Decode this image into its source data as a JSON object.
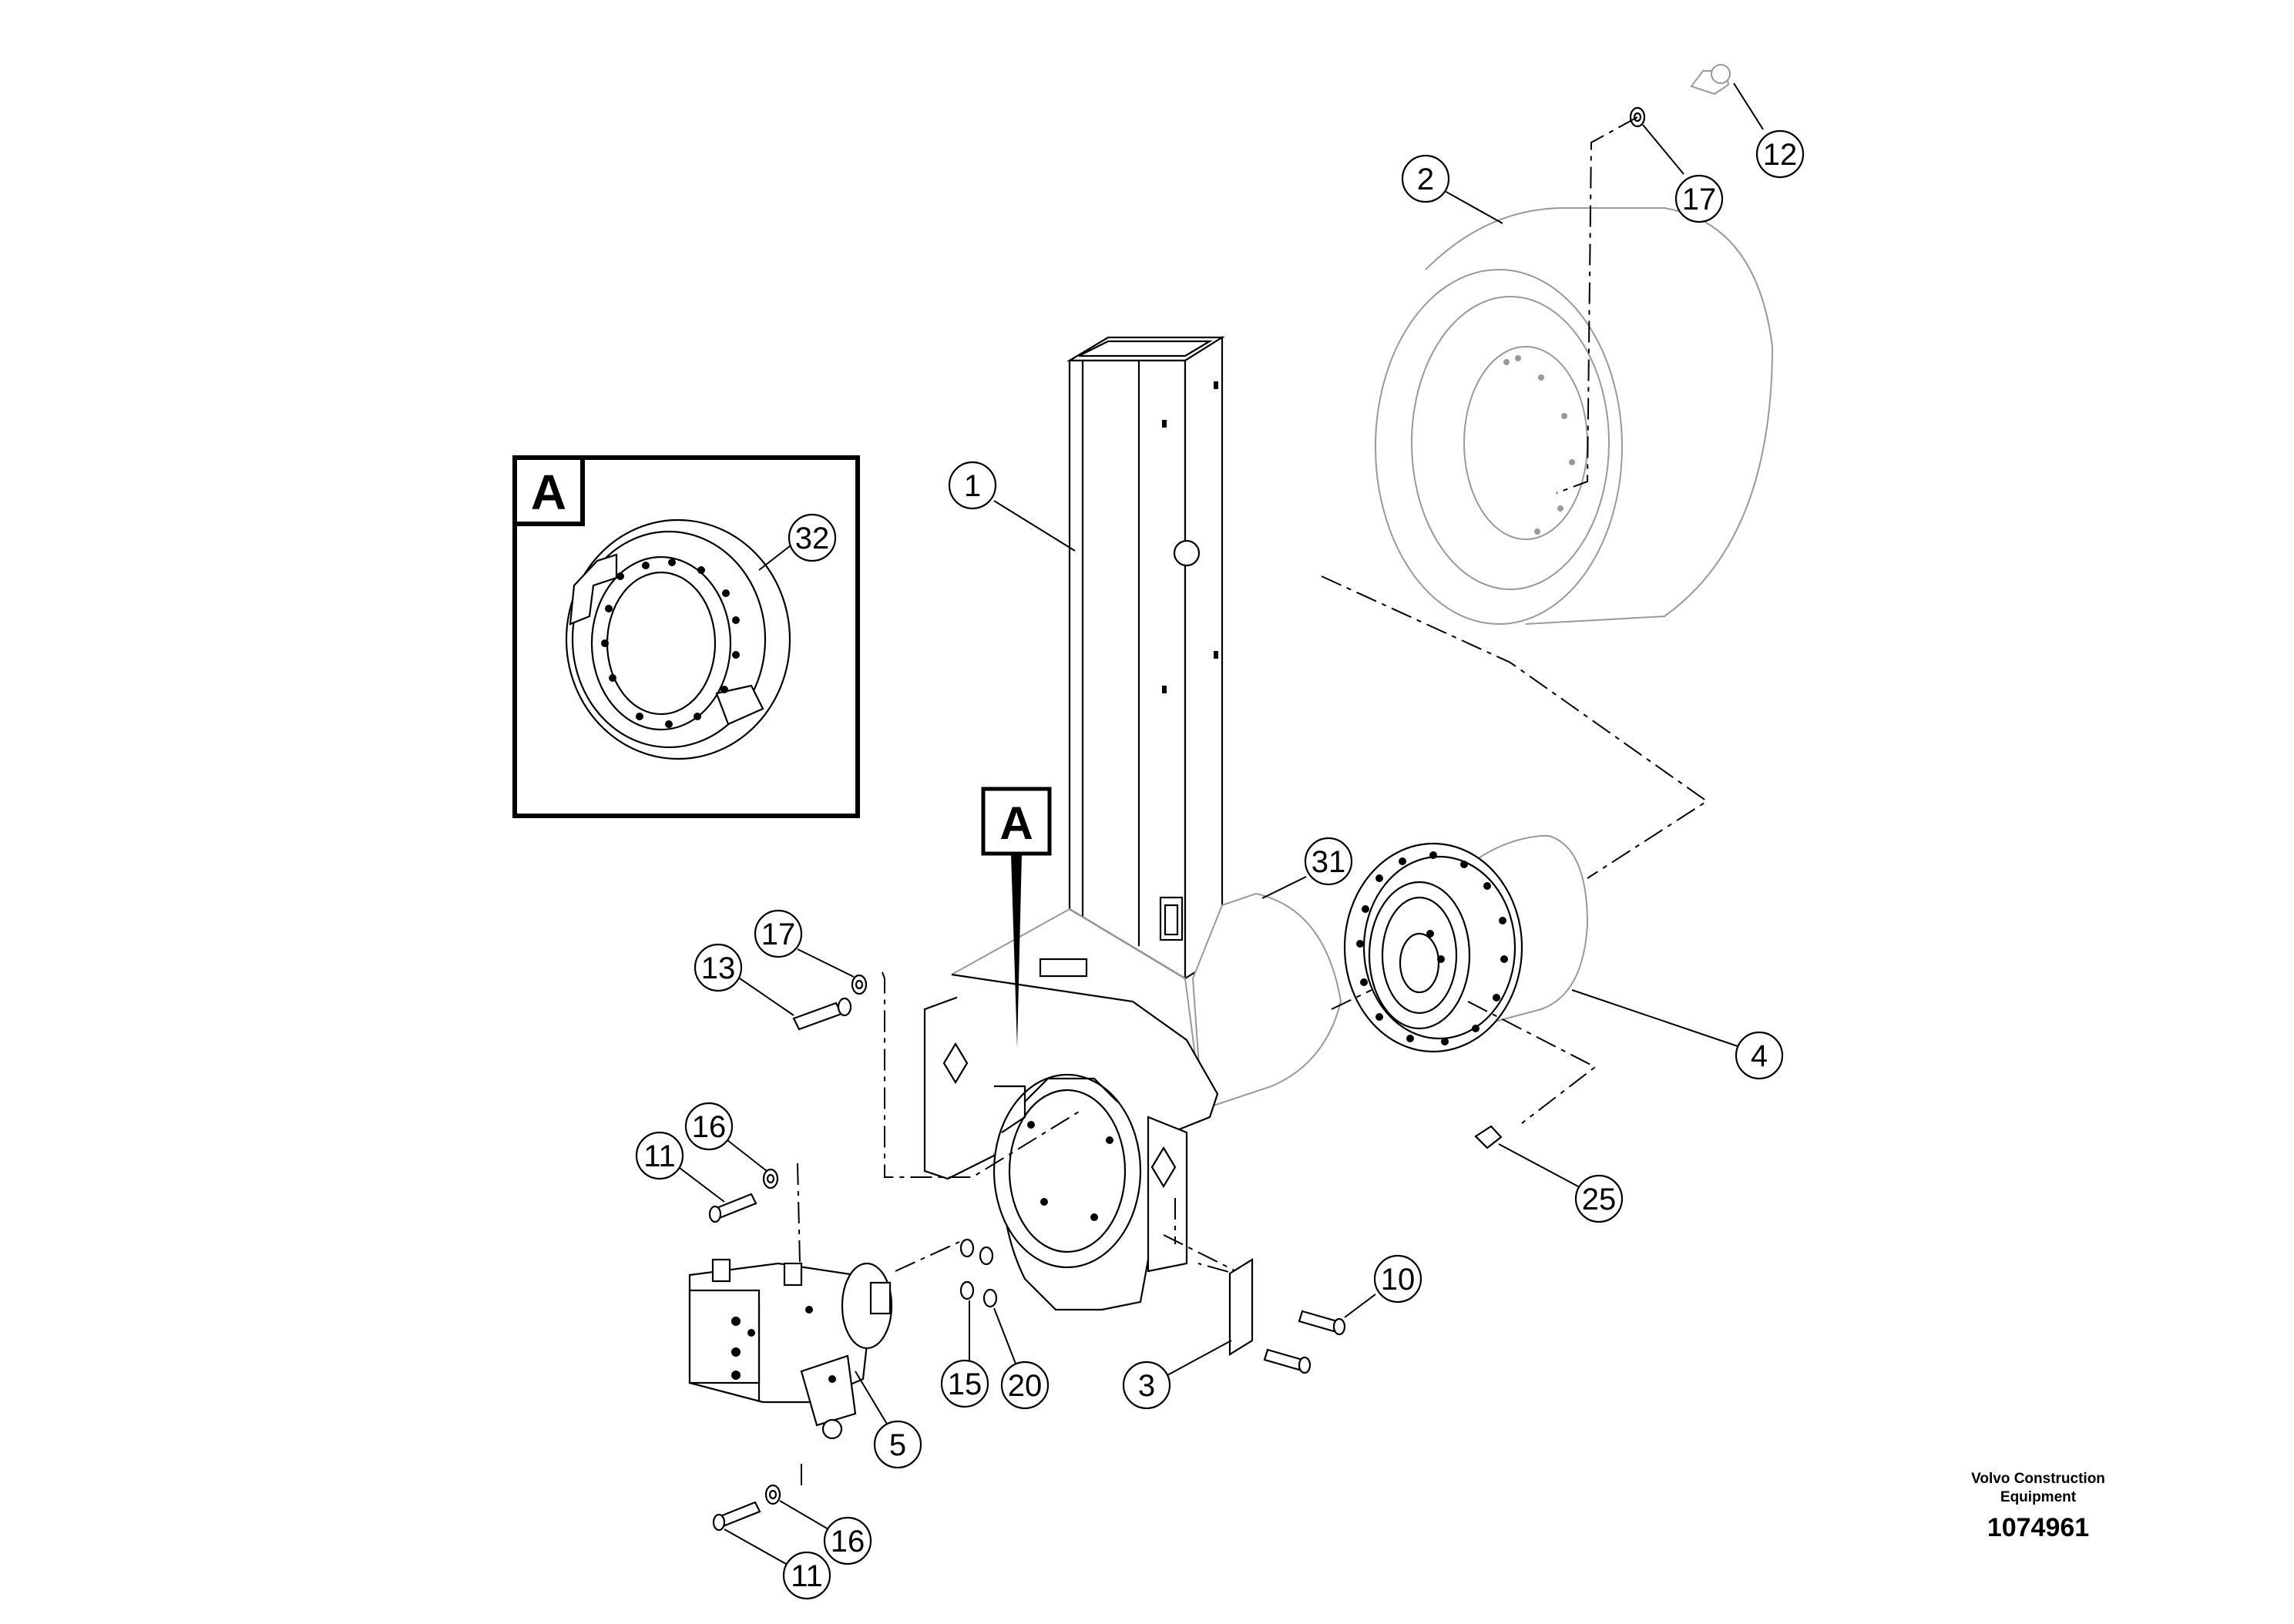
{
  "diagram": {
    "view_label": "A",
    "callouts": {
      "c1": "1",
      "c2": "2",
      "c3": "3",
      "c4": "4",
      "c5": "5",
      "c10": "10",
      "c11a": "11",
      "c11b": "11",
      "c12": "12",
      "c13": "13",
      "c15": "15",
      "c16a": "16",
      "c16b": "16",
      "c17a": "17",
      "c17b": "17",
      "c20": "20",
      "c25": "25",
      "c31": "31",
      "c32": "32"
    }
  },
  "footer": {
    "brand_line1": "Volvo Construction",
    "brand_line2": "Equipment",
    "document_number": "1074961"
  }
}
